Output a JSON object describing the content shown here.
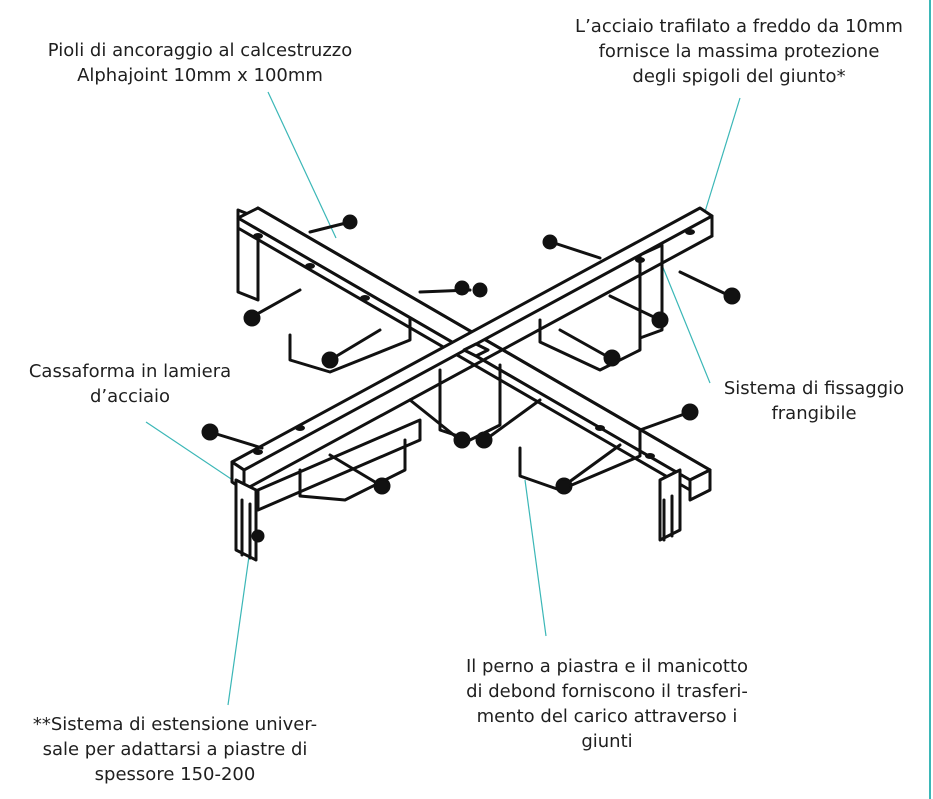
{
  "labels": {
    "anchor_pins": "Pioli di ancoraggio al calcestruzzo\nAlphajoint 10mm x 100mm",
    "steel": "L’acciaio trafilato a freddo da 10mm\nfornisce la massima protezione\ndegli spigoli del giunto*",
    "formwork": "Cassaforma in lamiera\nd’acciaio",
    "fixing": "Sistema di fissaggio\nfrangibile",
    "dowel": "Il perno a piastra e il manicotto\ndi debond forniscono il trasferi-\nmento del carico attraverso i\ngiunti",
    "extension": "**Sistema di estensione univer-\nsale per adattarsi a piastre di\nspessore 150-200"
  },
  "colors": {
    "leader": "#3bb7b7",
    "frame": "#3bb7b7",
    "ink": "#111111"
  }
}
